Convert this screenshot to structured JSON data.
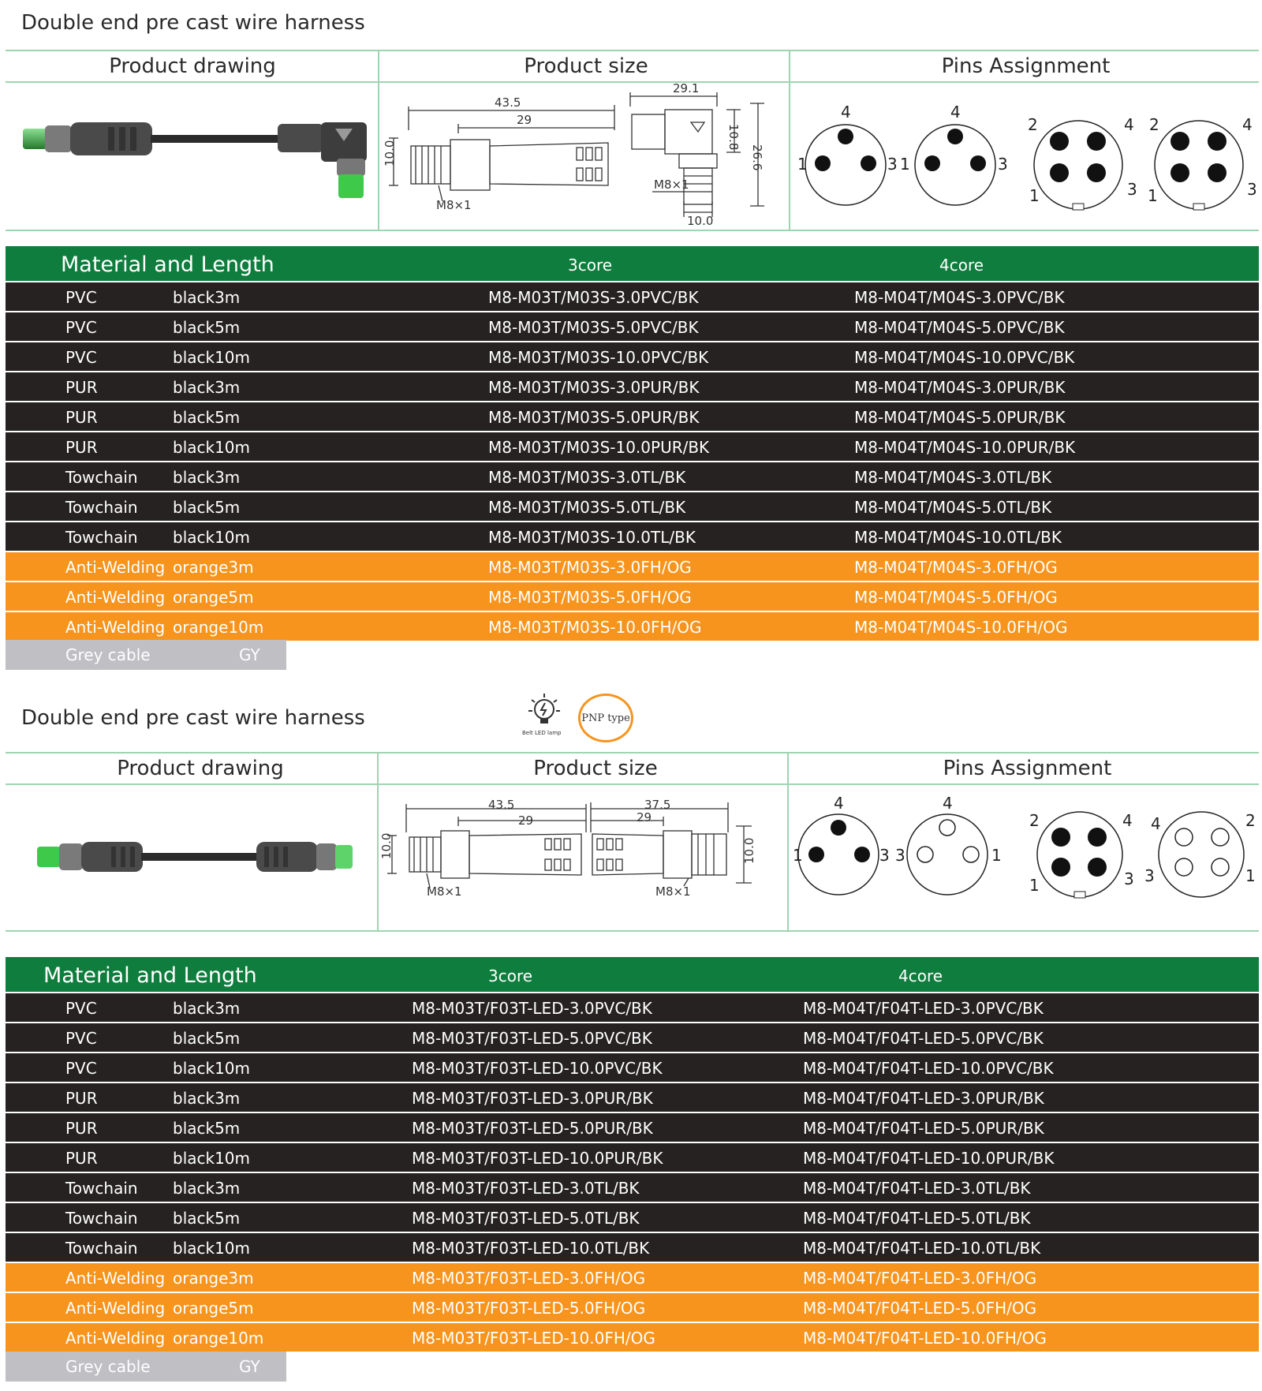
{
  "sections": [
    {
      "title": "Double end pre cast wire harness",
      "headers": {
        "drawing": "Product drawing",
        "size": "Product size",
        "pins": "Pins Assignment"
      },
      "dims": {
        "d1": "43.5",
        "d2": "29",
        "d3": "10.0",
        "d4": "M8×1",
        "d5": "29.1",
        "d6": "10.8",
        "d7": "26.6",
        "d8": "M8×1",
        "d9": "10.0"
      },
      "pins": [
        {
          "top": "4",
          "left": "1",
          "right": "3"
        },
        {
          "top": "4",
          "left": "1",
          "right": "3"
        },
        {
          "tl": "2",
          "tr": "4",
          "bl": "1",
          "br": "3"
        },
        {
          "tl": "2",
          "tr": "4",
          "bl": "1",
          "br": "3"
        }
      ],
      "table": {
        "title": "Material and Length",
        "col3": "3core",
        "col4": "4core",
        "rows": [
          {
            "mat": "PVC",
            "len": "black3m",
            "c3": "M8-M03T/M03S-3.0PVC/BK",
            "c4": "M8-M04T/M04S-3.0PVC/BK",
            "style": "dark"
          },
          {
            "mat": "PVC",
            "len": "black5m",
            "c3": "M8-M03T/M03S-5.0PVC/BK",
            "c4": "M8-M04T/M04S-5.0PVC/BK",
            "style": "dark"
          },
          {
            "mat": "PVC",
            "len": "black10m",
            "c3": "M8-M03T/M03S-10.0PVC/BK",
            "c4": "M8-M04T/M04S-10.0PVC/BK",
            "style": "dark"
          },
          {
            "mat": "PUR",
            "len": "black3m",
            "c3": "M8-M03T/M03S-3.0PUR/BK",
            "c4": "M8-M04T/M04S-3.0PUR/BK",
            "style": "dark"
          },
          {
            "mat": "PUR",
            "len": "black5m",
            "c3": "M8-M03T/M03S-5.0PUR/BK",
            "c4": "M8-M04T/M04S-5.0PUR/BK",
            "style": "dark"
          },
          {
            "mat": "PUR",
            "len": "black10m",
            "c3": "M8-M03T/M03S-10.0PUR/BK",
            "c4": "M8-M04T/M04S-10.0PUR/BK",
            "style": "dark"
          },
          {
            "mat": "Towchain",
            "len": "black3m",
            "c3": "M8-M03T/M03S-3.0TL/BK",
            "c4": "M8-M04T/M04S-3.0TL/BK",
            "style": "dark"
          },
          {
            "mat": "Towchain",
            "len": "black5m",
            "c3": "M8-M03T/M03S-5.0TL/BK",
            "c4": "M8-M04T/M04S-5.0TL/BK",
            "style": "dark"
          },
          {
            "mat": "Towchain",
            "len": "black10m",
            "c3": "M8-M03T/M03S-10.0TL/BK",
            "c4": "M8-M04T/M04S-10.0TL/BK",
            "style": "dark"
          },
          {
            "mat": "Anti-Welding",
            "len": "orange3m",
            "c3": "M8-M03T/M03S-3.0FH/OG",
            "c4": "M8-M04T/M04S-3.0FH/OG",
            "style": "orange"
          },
          {
            "mat": "Anti-Welding",
            "len": "orange5m",
            "c3": "M8-M03T/M03S-5.0FH/OG",
            "c4": "M8-M04T/M04S-5.0FH/OG",
            "style": "orange"
          },
          {
            "mat": "Anti-Welding",
            "len": "orange10m",
            "c3": "M8-M03T/M03S-10.0FH/OG",
            "c4": "M8-M04T/M04S-10.0FH/OG",
            "style": "orange"
          }
        ],
        "grey": {
          "label": "Grey cable",
          "code": "GY"
        }
      }
    },
    {
      "title": "Double end pre cast wire harness",
      "badge_small": "Belt LED lamp",
      "badge": "PNP type",
      "headers": {
        "drawing": "Product drawing",
        "size": "Product size",
        "pins": "Pins Assignment"
      },
      "dims": {
        "d1": "43.5",
        "d2": "29",
        "d3": "10.0",
        "d4": "M8×1",
        "d5": "37.5",
        "d6": "29",
        "d7": "10.0",
        "d8": "M8×1"
      },
      "pins": [
        {
          "top": "4",
          "left": "1",
          "right": "3"
        },
        {
          "top": "4",
          "left": "3",
          "right": "1"
        },
        {
          "tl": "2",
          "tr": "4",
          "bl": "1",
          "br": "3"
        },
        {
          "tl": "4",
          "tr": "2",
          "bl": "3",
          "br": "1"
        }
      ],
      "table": {
        "title": "Material and Length",
        "col3": "3core",
        "col4": "4core",
        "rows": [
          {
            "mat": "PVC",
            "len": "black3m",
            "c3": "M8-M03T/F03T-LED-3.0PVC/BK",
            "c4": "M8-M04T/F04T-LED-3.0PVC/BK",
            "style": "dark"
          },
          {
            "mat": "PVC",
            "len": "black5m",
            "c3": "M8-M03T/F03T-LED-5.0PVC/BK",
            "c4": "M8-M04T/F04T-LED-5.0PVC/BK",
            "style": "dark"
          },
          {
            "mat": "PVC",
            "len": "black10m",
            "c3": "M8-M03T/F03T-LED-10.0PVC/BK",
            "c4": "M8-M04T/F04T-LED-10.0PVC/BK",
            "style": "dark"
          },
          {
            "mat": "PUR",
            "len": "black3m",
            "c3": "M8-M03T/F03T-LED-3.0PUR/BK",
            "c4": "M8-M04T/F04T-LED-3.0PUR/BK",
            "style": "dark"
          },
          {
            "mat": "PUR",
            "len": "black5m",
            "c3": "M8-M03T/F03T-LED-5.0PUR/BK",
            "c4": "M8-M04T/F04T-LED-5.0PUR/BK",
            "style": "dark"
          },
          {
            "mat": "PUR",
            "len": "black10m",
            "c3": "M8-M03T/F03T-LED-10.0PUR/BK",
            "c4": "M8-M04T/F04T-LED-10.0PUR/BK",
            "style": "dark"
          },
          {
            "mat": "Towchain",
            "len": "black3m",
            "c3": "M8-M03T/F03T-LED-3.0TL/BK",
            "c4": "M8-M04T/F04T-LED-3.0TL/BK",
            "style": "dark"
          },
          {
            "mat": "Towchain",
            "len": "black5m",
            "c3": "M8-M03T/F03T-LED-5.0TL/BK",
            "c4": "M8-M04T/F04T-LED-5.0TL/BK",
            "style": "dark"
          },
          {
            "mat": "Towchain",
            "len": "black10m",
            "c3": "M8-M03T/F03T-LED-10.0TL/BK",
            "c4": "M8-M04T/F04T-LED-10.0TL/BK",
            "style": "dark"
          },
          {
            "mat": "Anti-Welding",
            "len": "orange3m",
            "c3": "M8-M03T/F03T-LED-3.0FH/OG",
            "c4": "M8-M04T/F04T-LED-3.0FH/OG",
            "style": "orange"
          },
          {
            "mat": "Anti-Welding",
            "len": "orange5m",
            "c3": "M8-M03T/F03T-LED-5.0FH/OG",
            "c4": "M8-M04T/F04T-LED-5.0FH/OG",
            "style": "orange"
          },
          {
            "mat": "Anti-Welding",
            "len": "orange10m",
            "c3": "M8-M03T/F03T-LED-10.0FH/OG",
            "c4": "M8-M04T/F04T-LED-10.0FH/OG",
            "style": "orange"
          }
        ],
        "grey": {
          "label": "Grey cable",
          "code": "GY"
        }
      }
    }
  ],
  "colors": {
    "green": "#0f7d3d",
    "dark": "#262222",
    "orange": "#f7941d",
    "grey": "#bfbfc4",
    "rule": "#9fd4b1",
    "connector_green": "#3ec94a"
  }
}
